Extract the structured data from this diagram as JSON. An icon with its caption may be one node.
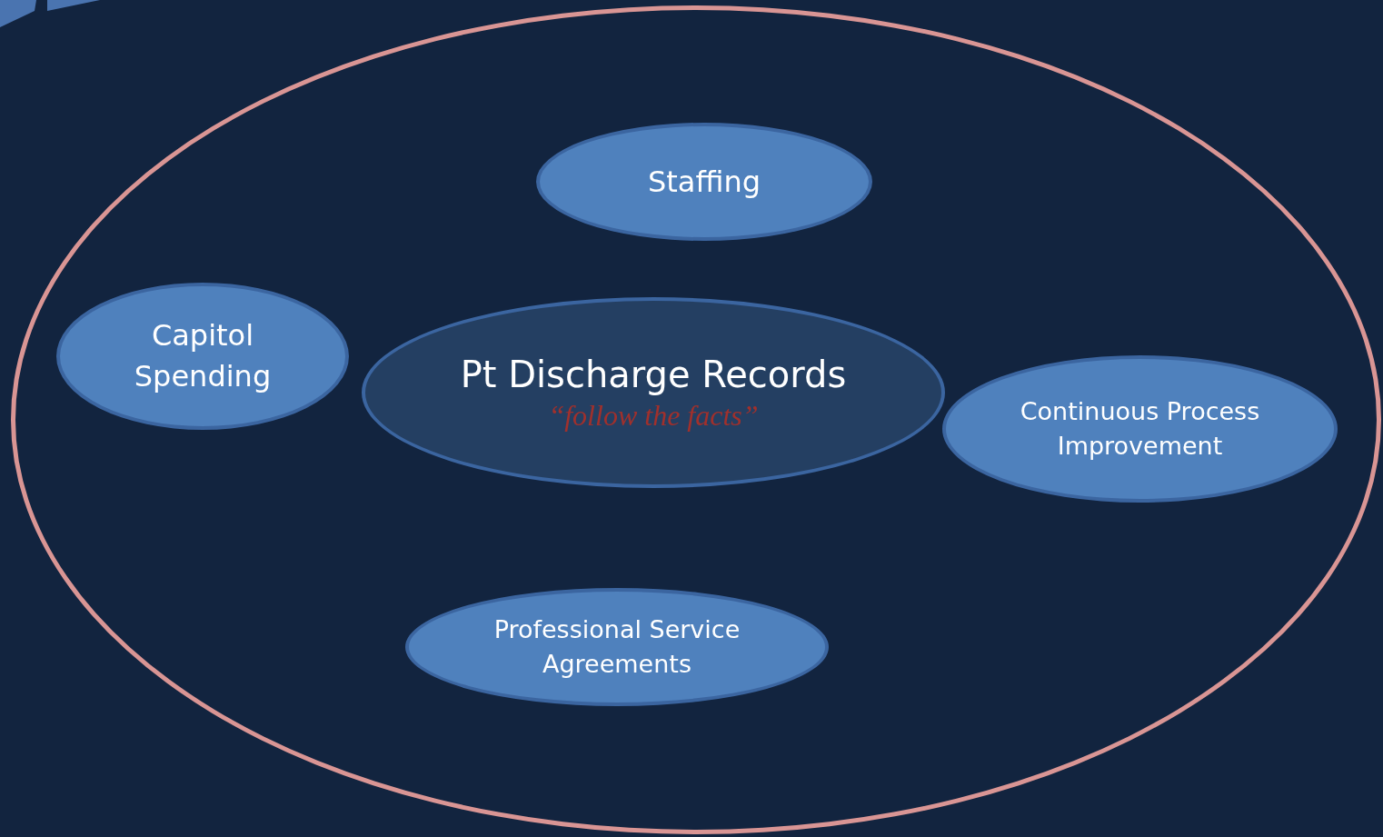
{
  "diagram": {
    "nodes": [
      {
        "text": [],
        "shape": "ellipse"
      },
      {
        "text": [
          "Staffing"
        ],
        "in": 0
      },
      {
        "text": [
          "Capitol Spending"
        ],
        "in": 0
      },
      {
        "text": [
          "Pt Discharge Records",
          "“follow the facts”"
        ],
        "in": 0
      },
      {
        "text": [
          "Continuous Process Improvement"
        ],
        "in": 0
      },
      {
        "text": [
          "Professional Service Agreements"
        ],
        "in": 0
      }
    ]
  }
}
